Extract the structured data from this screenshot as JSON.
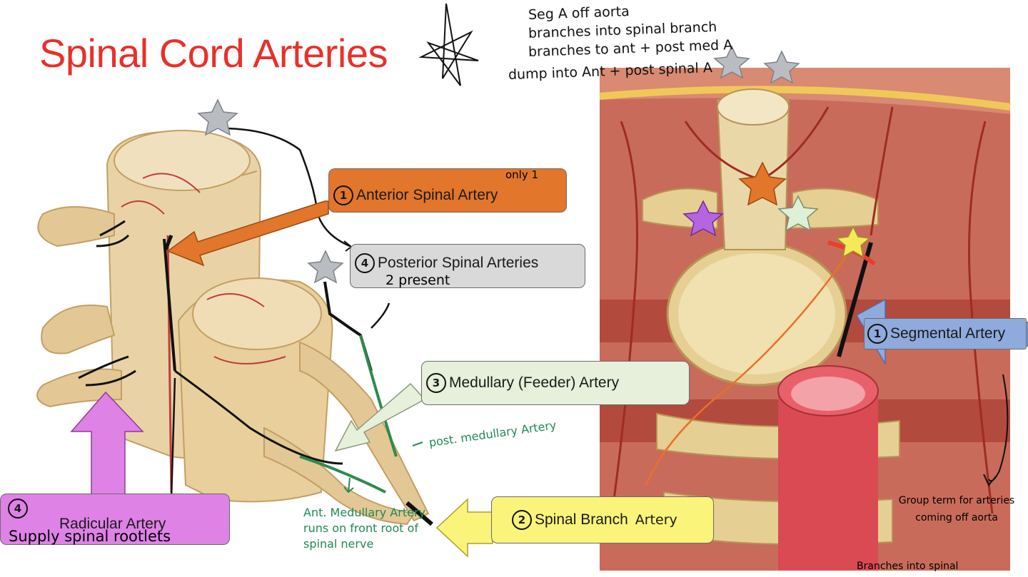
{
  "title": "Spinal Cord Arteries",
  "notes": {
    "top_line1": "Seg A off aorta",
    "top_line2": "branches into spinal branch",
    "top_line3": "branches to ant + post med A",
    "top_line4": "dump into Ant + post spinal A",
    "anterior_extra": "only 1",
    "posterior_extra": "2 present",
    "post_medullary": "post. medullary Artery",
    "ant_medullary": "Ant. Medullary Artery runs on front root of spinal nerve",
    "radicular_extra": "Supply spinal rootlets",
    "spinal_branch_extra": "Artery",
    "group_term": "Group term for arteries coming off aorta",
    "branches_into": "Branches into spinal"
  },
  "labels": {
    "anterior": {
      "num": "1",
      "text": "Anterior Spinal Artery",
      "color": "#e2762a"
    },
    "posterior": {
      "num": "4",
      "text": "Posterior Spinal Arteries",
      "color": "#d9d9d9"
    },
    "medullary": {
      "num": "3",
      "text": "Medullary (Feeder) Artery",
      "color": "#e6f0da"
    },
    "segmental": {
      "num": "1",
      "text": "Segmental Artery",
      "color": "#8faadc"
    },
    "spinal_branch": {
      "num": "2",
      "text": "Spinal Branch",
      "color": "#fbf47a"
    },
    "radicular": {
      "num": "4",
      "text": "Radicular Artery",
      "color": "#de82e6"
    }
  },
  "colors": {
    "title": "#e8302a",
    "star_gray": "#b9bcc0",
    "star_orange": "#e2762a",
    "star_purple": "#b565e0",
    "star_mint": "#dff0d8",
    "star_yellow": "#f5e95a"
  }
}
